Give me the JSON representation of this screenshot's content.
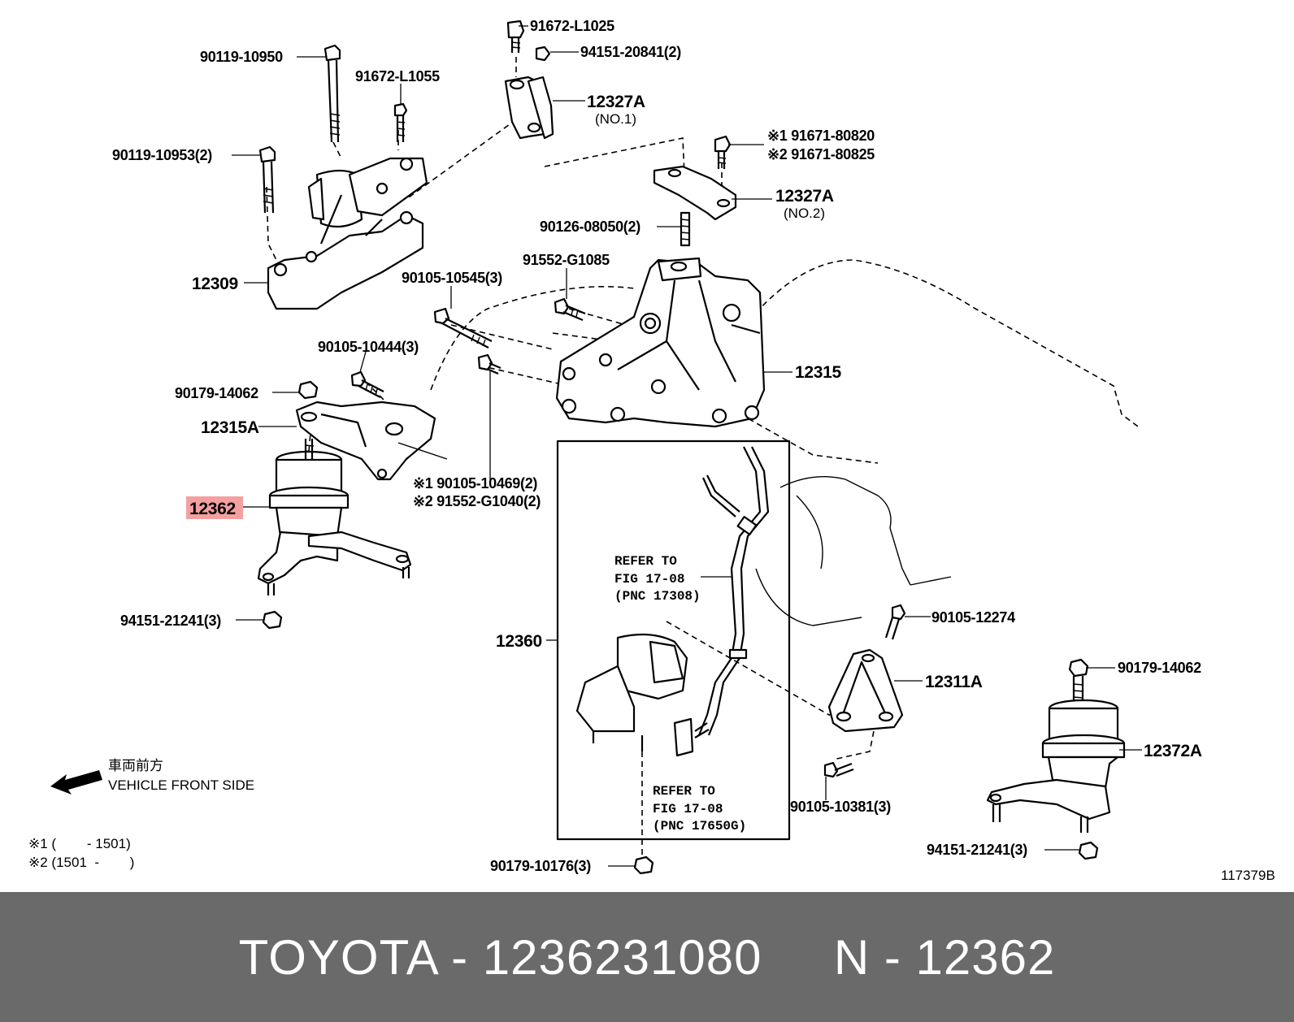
{
  "diagram": {
    "labels": {
      "p91672_l1025": "91672-L1025",
      "p94151_20841": "94151-20841(2)",
      "p90119_10950": "90119-10950",
      "p91672_l1055": "91672-L1055",
      "p12327a_1": "12327A",
      "no1": "(NO.1)",
      "p90119_10953": "90119-10953(2)",
      "p91671_80820": "※1 91671-80820",
      "p91671_80825": "※2 91671-80825",
      "p12327a_2": "12327A",
      "no2": "(NO.2)",
      "p90126_08050": "90126-08050(2)",
      "p12309": "12309",
      "p91552_g1085": "91552-G1085",
      "p90105_10545": "90105-10545(3)",
      "p90105_10444": "90105-10444(3)",
      "p12315": "12315",
      "p90179_14062_l": "90179-14062",
      "p12315a": "12315A",
      "p90105_10469": "※1 90105-10469(2)",
      "p91552_g1040": "※2 91552-G1040(2)",
      "p12362": "12362",
      "refer1_a": "REFER TO",
      "refer1_b": "FIG 17-08",
      "refer1_c": "(PNC 17308)",
      "p94151_21241_l": "94151-21241(3)",
      "p90105_12274": "90105-12274",
      "p12360": "12360",
      "p12311a": "12311A",
      "p90179_14062_r": "90179-14062",
      "p12372a": "12372A",
      "jp_front": "車両前方",
      "vehicle_front": "VEHICLE FRONT SIDE",
      "refer2_a": "REFER TO",
      "refer2_b": "FIG 17-08",
      "refer2_c": "(PNC 17650G)",
      "p90105_10381": "90105-10381(3)",
      "p94151_21241_r": "94151-21241(3)",
      "note1": "※1 (        - 1501)",
      "note2": "※2 (1501  -        )",
      "p90179_10176": "90179-10176(3)",
      "fig_no": "117379B"
    },
    "highlight_color": "#f4a0a0"
  },
  "footer": {
    "text": "TOYOTA - 1236231080     N - 12362",
    "background": "#6a6a6a"
  }
}
